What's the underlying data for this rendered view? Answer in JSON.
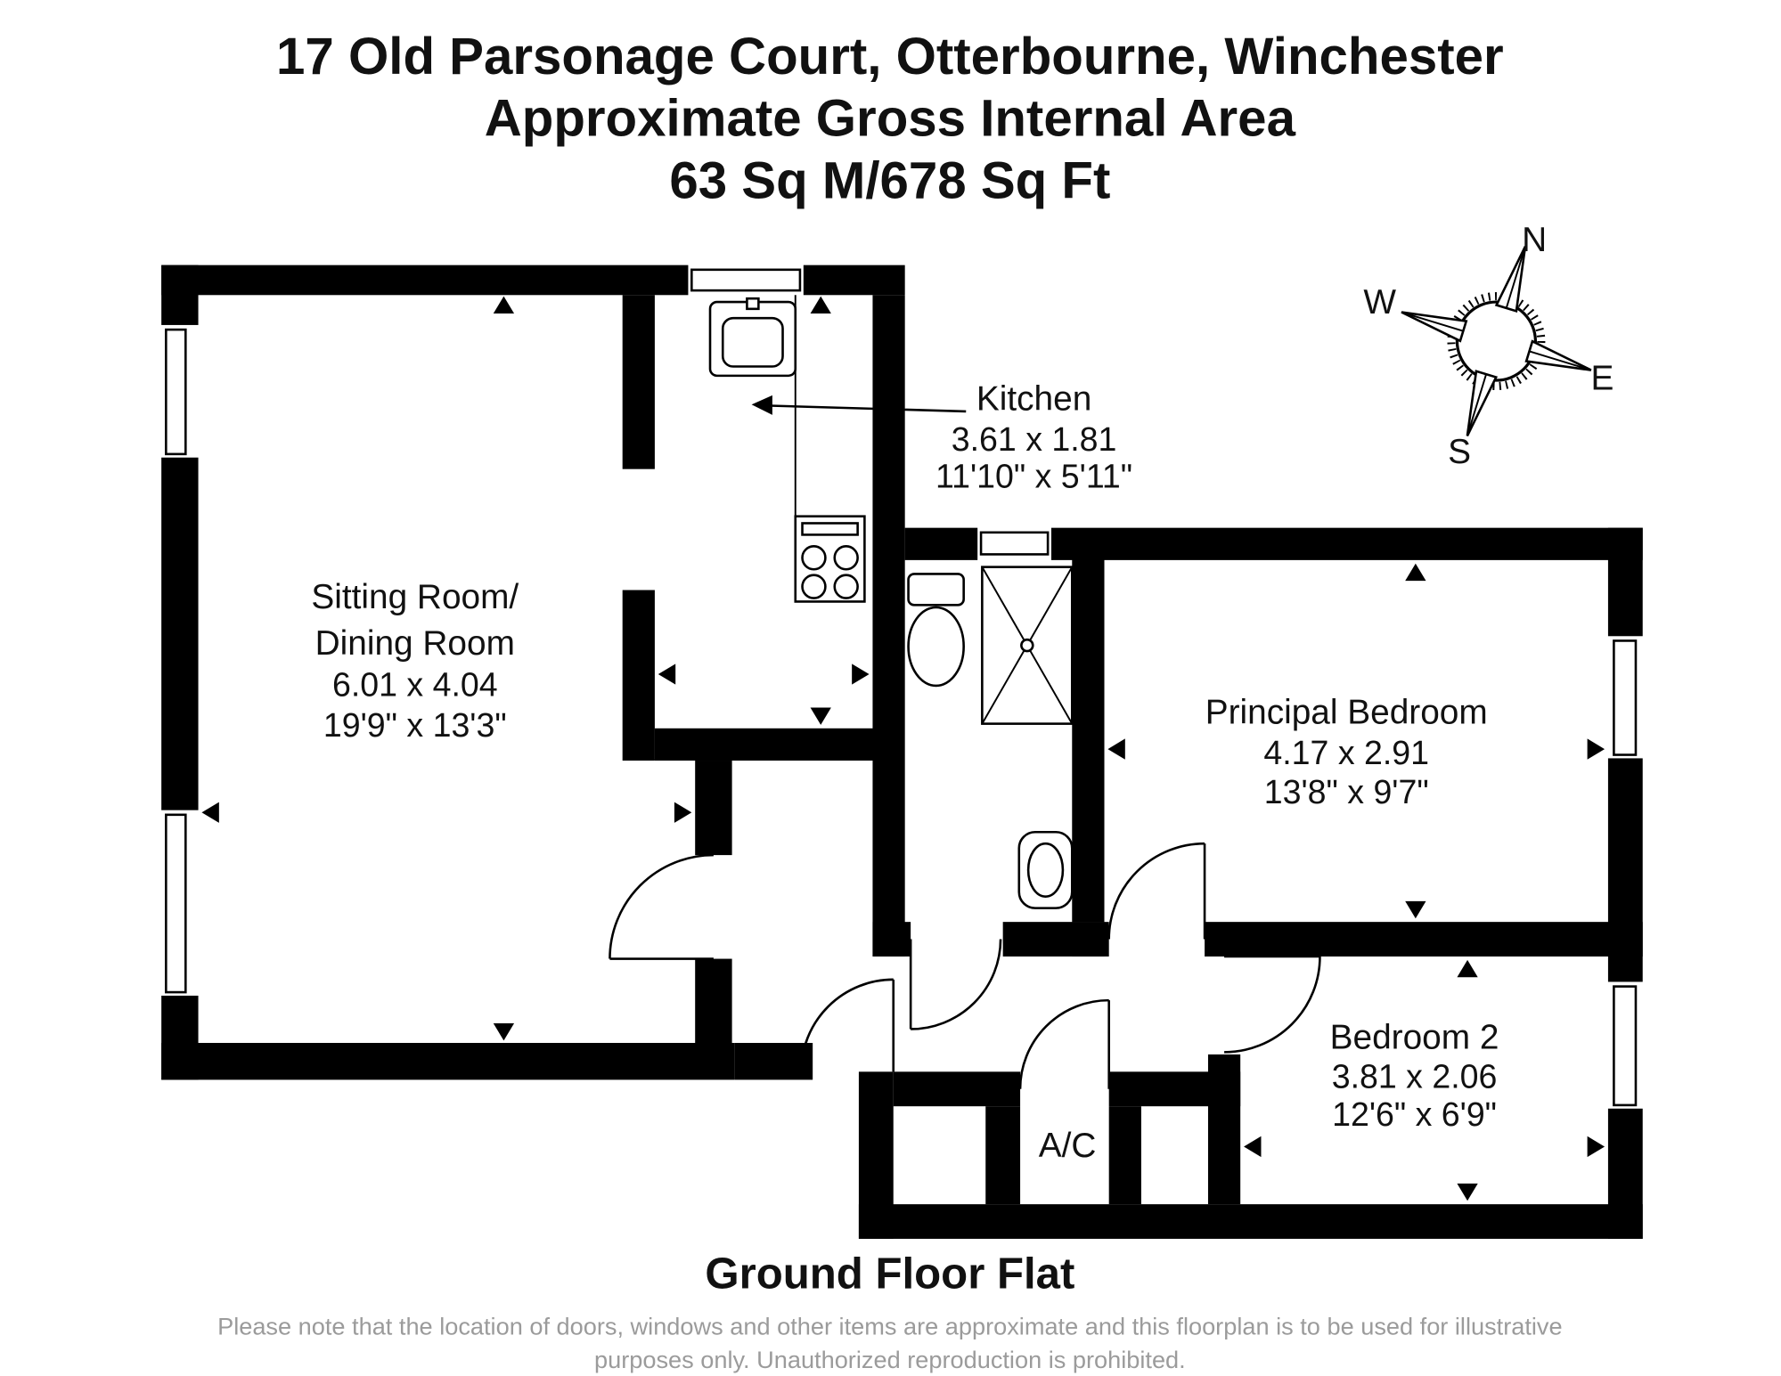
{
  "title": {
    "line1": "17 Old Parsonage Court, Otterbourne, Winchester",
    "line2": "Approximate Gross Internal Area",
    "line3": "63 Sq M/678 Sq Ft"
  },
  "compass": {
    "n": "N",
    "e": "E",
    "s": "S",
    "w": "W"
  },
  "rooms": {
    "sitting_room": {
      "name_line1": "Sitting Room/",
      "name_line2": "Dining Room",
      "dim_metric": "6.01 x 4.04",
      "dim_imperial": "19'9\" x 13'3\""
    },
    "kitchen": {
      "name": "Kitchen",
      "dim_metric": "3.61 x 1.81",
      "dim_imperial": "11'10\" x 5'11\""
    },
    "principal_bedroom": {
      "name": "Principal Bedroom",
      "dim_metric": "4.17 x 2.91",
      "dim_imperial": "13'8\" x 9'7\""
    },
    "bedroom_2": {
      "name": "Bedroom 2",
      "dim_metric": "3.81 x 2.06",
      "dim_imperial": "12'6\" x 6'9\""
    },
    "ac_closet": {
      "name": "A/C"
    }
  },
  "floor_label": "Ground Floor Flat",
  "disclaimer": {
    "line1": "Please note that the location of doors, windows and other items are approximate and this floorplan is to be used for illustrative",
    "line2": "purposes only. Unauthorized reproduction is prohibited."
  },
  "colors": {
    "wall": "#000000",
    "background": "#ffffff",
    "disclaimer_text": "#9b9b9b"
  }
}
